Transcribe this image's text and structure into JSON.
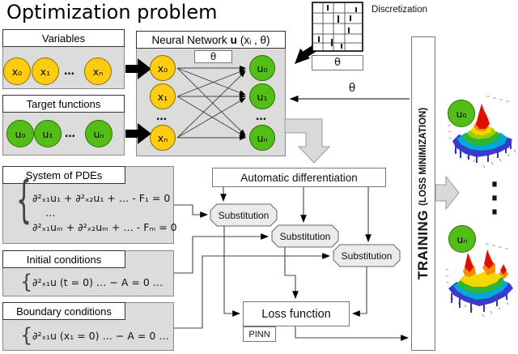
{
  "title": "Optimization problem",
  "variables": {
    "title": "Variables",
    "nodes": [
      "x₀",
      "x₁",
      "…",
      "xₙ"
    ]
  },
  "targets": {
    "title": "Target functions",
    "nodes": [
      "u₀",
      "u₁",
      "…",
      "uₙ"
    ]
  },
  "nn": {
    "title_prefix": "Neural Network",
    "title_u": "u",
    "title_suffix": "(xᵢ , θ)",
    "theta": "θ",
    "inputs": [
      "x₀",
      "x₁",
      "…",
      "xₙ"
    ],
    "outputs": [
      "u₀",
      "u₁",
      "…",
      "uₙ"
    ]
  },
  "discretization": {
    "label": "Discretization",
    "theta": "θ"
  },
  "feedback_theta": "θ",
  "pdes": {
    "title": "System of PDEs",
    "brace": "{",
    "lines": [
      "∂²ₓ₁u₁ + ∂²ₓ₂u₁ + … - F₁ = 0",
      "…",
      "∂²ₓ₁uₘ + ∂²ₓ₂uₘ + … - Fₘ = 0"
    ]
  },
  "initial": {
    "title": "Initial conditions",
    "brace": "{",
    "equation": "∂²ₓ₁u (t = 0) … − A = 0 …"
  },
  "boundary": {
    "title": "Boundary conditions",
    "brace": "{",
    "equation": "∂²ₓ₁u (x₁ = 0) … − A = 0 …"
  },
  "autodiff": {
    "label": "Automatic differentiation"
  },
  "substitutions": [
    {
      "label": "Substitution"
    },
    {
      "label": "Substitution"
    },
    {
      "label": "Substitution"
    }
  ],
  "loss": {
    "label": "Loss function",
    "tag": "PINN"
  },
  "training": {
    "label_main": "TRAINING",
    "label_sub": "(LOSS MINIMIZATION)"
  },
  "results": {
    "u0": "u₀",
    "un": "uₙ",
    "dots": "⋮"
  },
  "colors": {
    "node_yellow": "#FFCC11",
    "node_green": "#54BE19",
    "panel_gray": "#DCDCDC",
    "block_arrow_gray": "#D9D9D9",
    "surface_red": "#E01000",
    "surface_orange": "#FF8A00",
    "surface_yellow": "#F2D800",
    "surface_green": "#2FB52F",
    "surface_cyan": "#00A8D8",
    "surface_blue": "#3A3ACC"
  }
}
